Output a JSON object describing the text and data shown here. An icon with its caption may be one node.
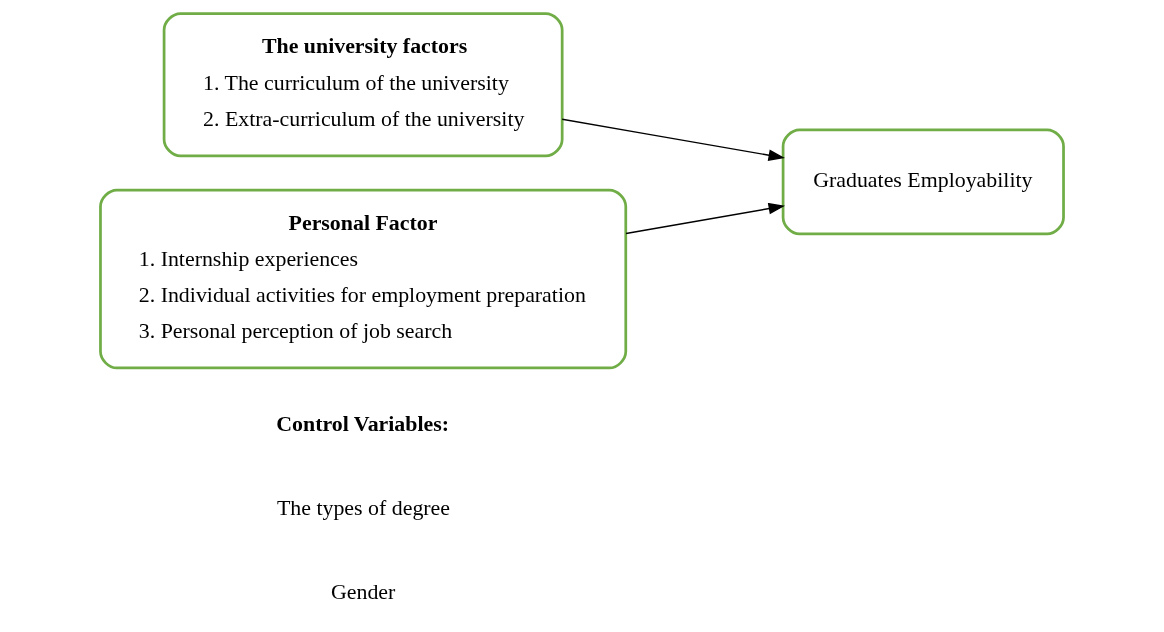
{
  "diagram": {
    "nodes": [
      {
        "text": [
          "The university factors",
          "1. The curriculum of the university",
          "2. Extra-curriculum of the university"
        ]
      },
      {
        "text": [
          "Personal Factor",
          "1. Internship experiences",
          "2. Individual activities for employment preparation",
          "3. Personal perception of job search"
        ]
      },
      {
        "text": [
          "Graduates Employability"
        ]
      }
    ],
    "edges": [
      {
        "from": 0,
        "to": 2,
        "arrow": "to"
      },
      {
        "from": 1,
        "to": 2,
        "arrow": "to"
      }
    ],
    "labels": [
      "Control Variables:",
      "The types of degree",
      "Gender"
    ]
  }
}
